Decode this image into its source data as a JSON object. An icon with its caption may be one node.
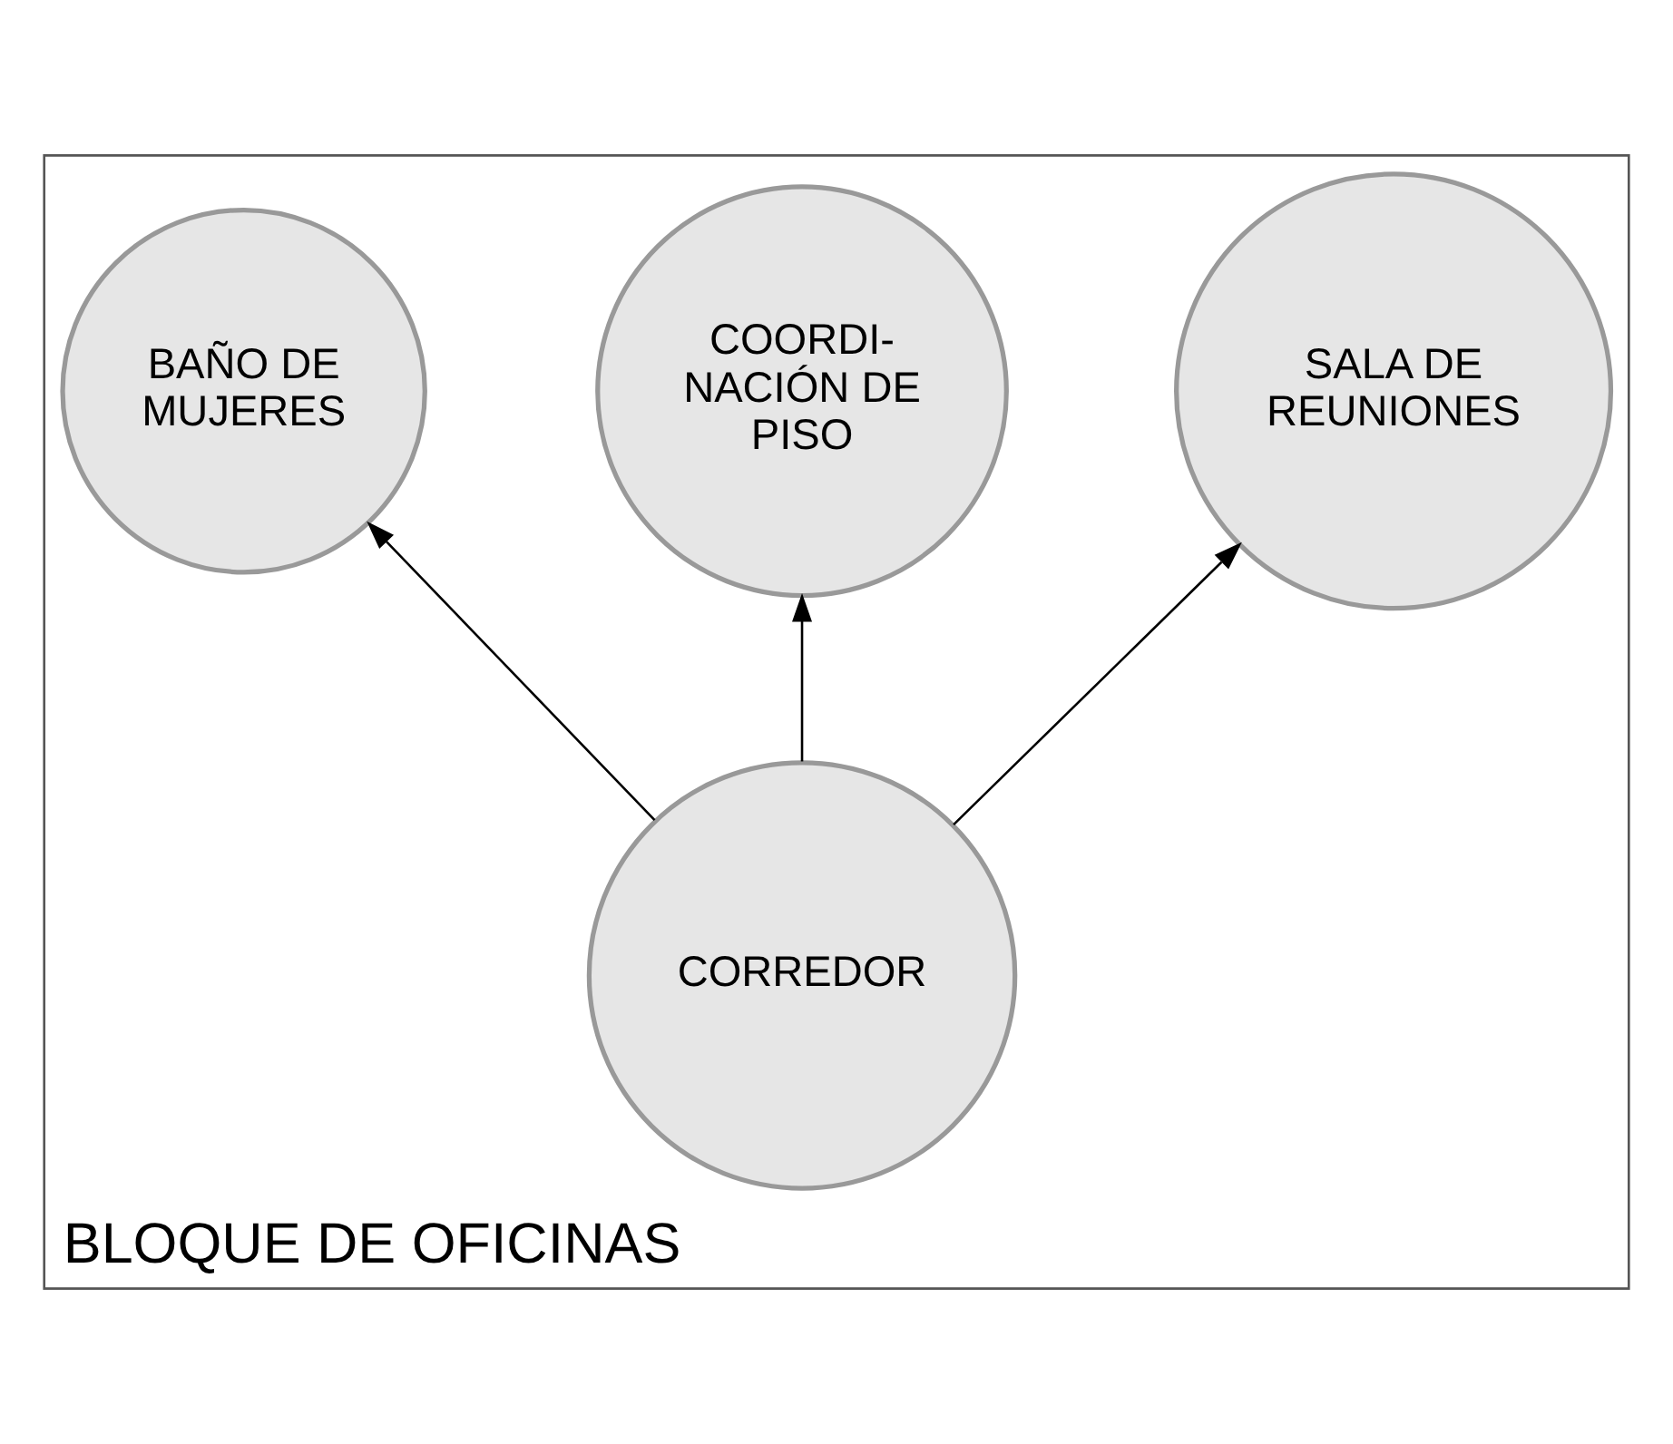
{
  "diagram": {
    "nodes": [
      {
        "text": [
          "BLOQUE DE OFICINAS"
        ]
      },
      {
        "text": [
          "BAÑO DE MUJERES"
        ],
        "in": 0
      },
      {
        "text": [
          "COORDI- NACIÓN DE PISO"
        ],
        "in": 0
      },
      {
        "text": [
          "SALA DE REUNIONES"
        ],
        "in": 0
      },
      {
        "text": [
          "CORREDOR"
        ],
        "in": 0
      }
    ],
    "edges": [
      {
        "from": 4,
        "to": 1,
        "arrow": "to"
      },
      {
        "from": 4,
        "to": 2,
        "arrow": "to"
      },
      {
        "from": 4,
        "to": 3,
        "arrow": "to"
      }
    ]
  }
}
